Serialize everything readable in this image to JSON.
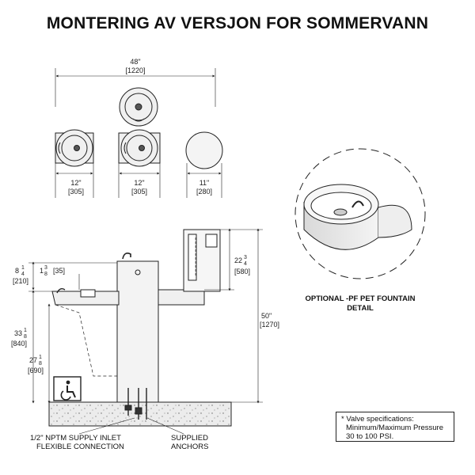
{
  "title": "MONTERING AV VERSJON FOR SOMMERVANN",
  "top_view": {
    "overall_width": "48\"",
    "overall_width_mm": "[1220]",
    "seg1": "12\"",
    "seg1_mm": "[305]",
    "seg2": "12\"",
    "seg2_mm": "[305]",
    "seg3": "11\"",
    "seg3_mm": "[280]"
  },
  "side_view": {
    "h1_whole": "8",
    "h1_frac_num": "1",
    "h1_frac_den": "4",
    "h1_mm": "[210]",
    "spout_whole": "1",
    "spout_frac_num": "3",
    "spout_frac_den": "8",
    "spout_mm": "[35]",
    "h2_whole": "33",
    "h2_frac_num": "1",
    "h2_frac_den": "8",
    "h2_mm": "[840]",
    "h3_whole": "27",
    "h3_frac_num": "1",
    "h3_frac_den": "8",
    "h3_mm": "[690]",
    "h4_whole": "22",
    "h4_frac_num": "3",
    "h4_frac_den": "4",
    "h4_mm": "[580]",
    "total": "50\"",
    "total_mm": "[1270]",
    "supply_label_1": "1/2\" NPTM SUPPLY INLET",
    "supply_label_2": "FLEXIBLE CONNECTION",
    "anchors_label_1": "SUPPLIED",
    "anchors_label_2": "ANCHORS"
  },
  "detail": {
    "caption_1": "OPTIONAL -PF PET FOUNTAIN",
    "caption_2": "DETAIL"
  },
  "note": {
    "line1": "* Valve specifications:",
    "line2": "Minimum/Maximum Pressure",
    "line3": "30 to 100 PSI."
  },
  "icons": [
    "accessibility-icon"
  ]
}
